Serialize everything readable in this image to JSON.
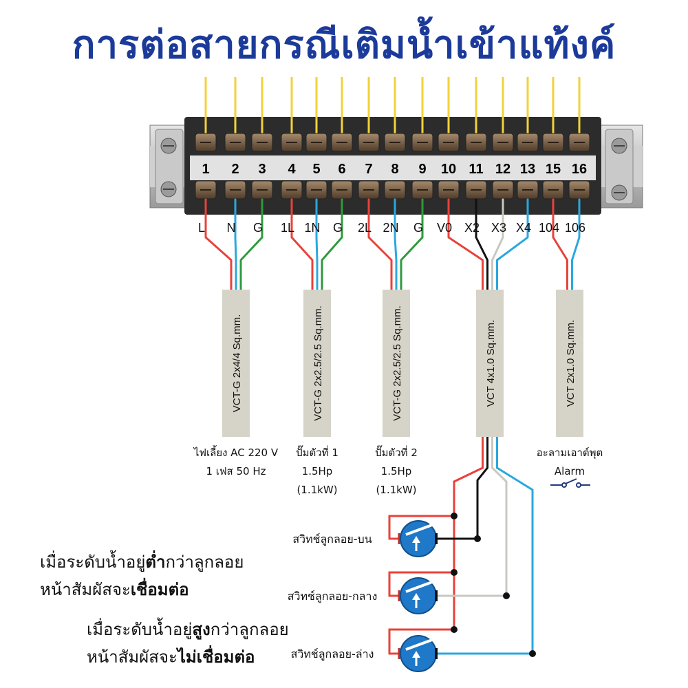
{
  "title": "การต่อสายกรณีเติมน้ำเข้าแท้งค์",
  "terminals": [
    "1",
    "2",
    "3",
    "4",
    "5",
    "6",
    "7",
    "8",
    "9",
    "10",
    "11",
    "12",
    "13",
    "15",
    "16"
  ],
  "wire_labels": [
    "L",
    "N",
    "G",
    "1L",
    "1N",
    "G",
    "2L",
    "2N",
    "G",
    "V0",
    "X2",
    "X3",
    "X4",
    "104",
    "106"
  ],
  "cables": [
    {
      "spec": "VCT-G 2x4/4 Sq.mm.",
      "caption": [
        "ไฟเลี้ยง AC 220 V",
        "1 เฟส 50 Hz"
      ]
    },
    {
      "spec": "VCT-G 2x2.5/2.5 Sq.mm.",
      "caption": [
        "ปั๊มตัวที่ 1",
        "1.5Hp",
        "(1.1kW)"
      ]
    },
    {
      "spec": "VCT-G 2x2.5/2.5 Sq.mm.",
      "caption": [
        "ปั๊มตัวที่ 2",
        "1.5Hp",
        "(1.1kW)"
      ]
    },
    {
      "spec": "VCT 4x1.0 Sq.mm.",
      "caption": []
    },
    {
      "spec": "VCT 2x1.0 Sq.mm.",
      "caption": [
        "อะลามเอาต์พุต",
        "Alarm"
      ]
    }
  ],
  "switches": [
    "สวิทช์ลูกลอย-บน",
    "สวิทช์ลูกลอย-กลาง",
    "สวิทช์ลูกลอย-ล่าง"
  ],
  "notes": {
    "low_line1_a": "เมื่อระดับน้ำอยู่",
    "low_line1_b": "ต่ำ",
    "low_line1_c": "กว่าลูกลอย",
    "low_line2_a": "หน้าสัมผัสจะ",
    "low_line2_b": "เชื่อมต่อ",
    "high_line1_a": "เมื่อระดับน้ำอยู่",
    "high_line1_b": "สูง",
    "high_line1_c": "กว่าลูกลอย",
    "high_line2_a": "หน้าสัมผัสจะ",
    "high_line2_b": "ไม่เชื่อมต่อ"
  },
  "colors": {
    "title": "#1b3a9a",
    "red": "#e8423a",
    "blue": "#29a8e0",
    "green": "#2e9a3c",
    "black": "#111111",
    "white_wire": "#c8c8c0",
    "yellow": "#f2d23a",
    "cable_sleeve": "#d6d3c8",
    "switch_blue": "#1f78c8"
  }
}
